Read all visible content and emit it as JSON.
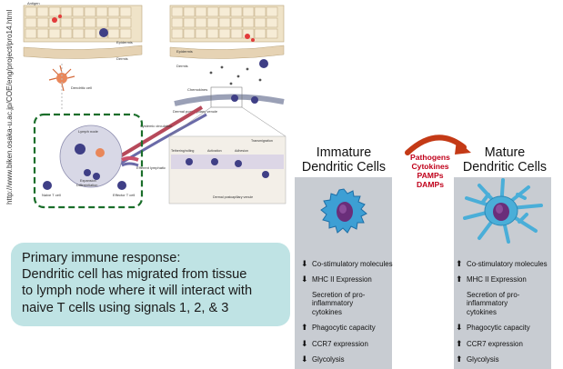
{
  "side_url": "http://www.biken.osaka-u.ac.jp/COE/eng/project/pro14.html",
  "figure": {
    "labels": {
      "antigen": "Antigen",
      "epidermis_a": "Epidermis",
      "dermis_a": "Dermis",
      "epidermis_b": "Epidermis",
      "dermis_b": "Dermis",
      "dendritic_cell": "Dendritic cell",
      "chemokines": "Chemokines",
      "dermal_postcapillary_venule": "Dermal postcapillary venule",
      "lymph_node": "Lymph node",
      "systemic_circulation": "Systemic circulation",
      "naive_t_cell": "Naive T cell",
      "expansion": "Expansion",
      "differentiation": "Differentiation",
      "effector_t_cell": "Effector T cell",
      "efferent_lymphatic": "Efferent lymphatic",
      "tethering_rolling": "Tethering/rolling",
      "activation": "Activation",
      "adhesion": "Adhesion",
      "transmigration": "Transmigration",
      "dermal_postcapillary_venule_bottom": "Dermal postcapillary venule"
    }
  },
  "callout": {
    "lines": [
      "Primary immune response:",
      "Dendritic cell has migrated from tissue",
      "to lymph node where it will interact with",
      "naive T cells using signals 1, 2, & 3"
    ]
  },
  "maturation": {
    "immature_title": [
      "Immature",
      "Dendritic Cells"
    ],
    "mature_title": [
      "Mature",
      "Dendritic Cells"
    ],
    "stimuli": [
      "Pathogens",
      "Cytokines",
      "PAMPs",
      "DAMPs"
    ],
    "stimuli_color": "#c0001a",
    "immature_color": "#3d9fd4",
    "mature_color": "#4aaed8",
    "panel_color": "#c8ccd2",
    "immature_traits": [
      {
        "arrow": "down",
        "text": "Co-stimulatory molecules"
      },
      {
        "arrow": "down",
        "text": "MHC II Expression"
      },
      {
        "arrow": "",
        "text": "Secretion of pro-inflammatory cytokines"
      },
      {
        "arrow": "up",
        "text": "Phagocytic capacity"
      },
      {
        "arrow": "down",
        "text": "CCR7 expression"
      },
      {
        "arrow": "down",
        "text": "Glycolysis"
      }
    ],
    "mature_traits": [
      {
        "arrow": "up",
        "text": "Co-stimulatory molecules"
      },
      {
        "arrow": "up",
        "text": "MHC II Expression"
      },
      {
        "arrow": "",
        "text": "Secretion of pro-inflammatory cytokines"
      },
      {
        "arrow": "down",
        "text": "Phagocytic capacity"
      },
      {
        "arrow": "up",
        "text": "CCR7 expression"
      },
      {
        "arrow": "up",
        "text": "Glycolysis"
      }
    ]
  }
}
